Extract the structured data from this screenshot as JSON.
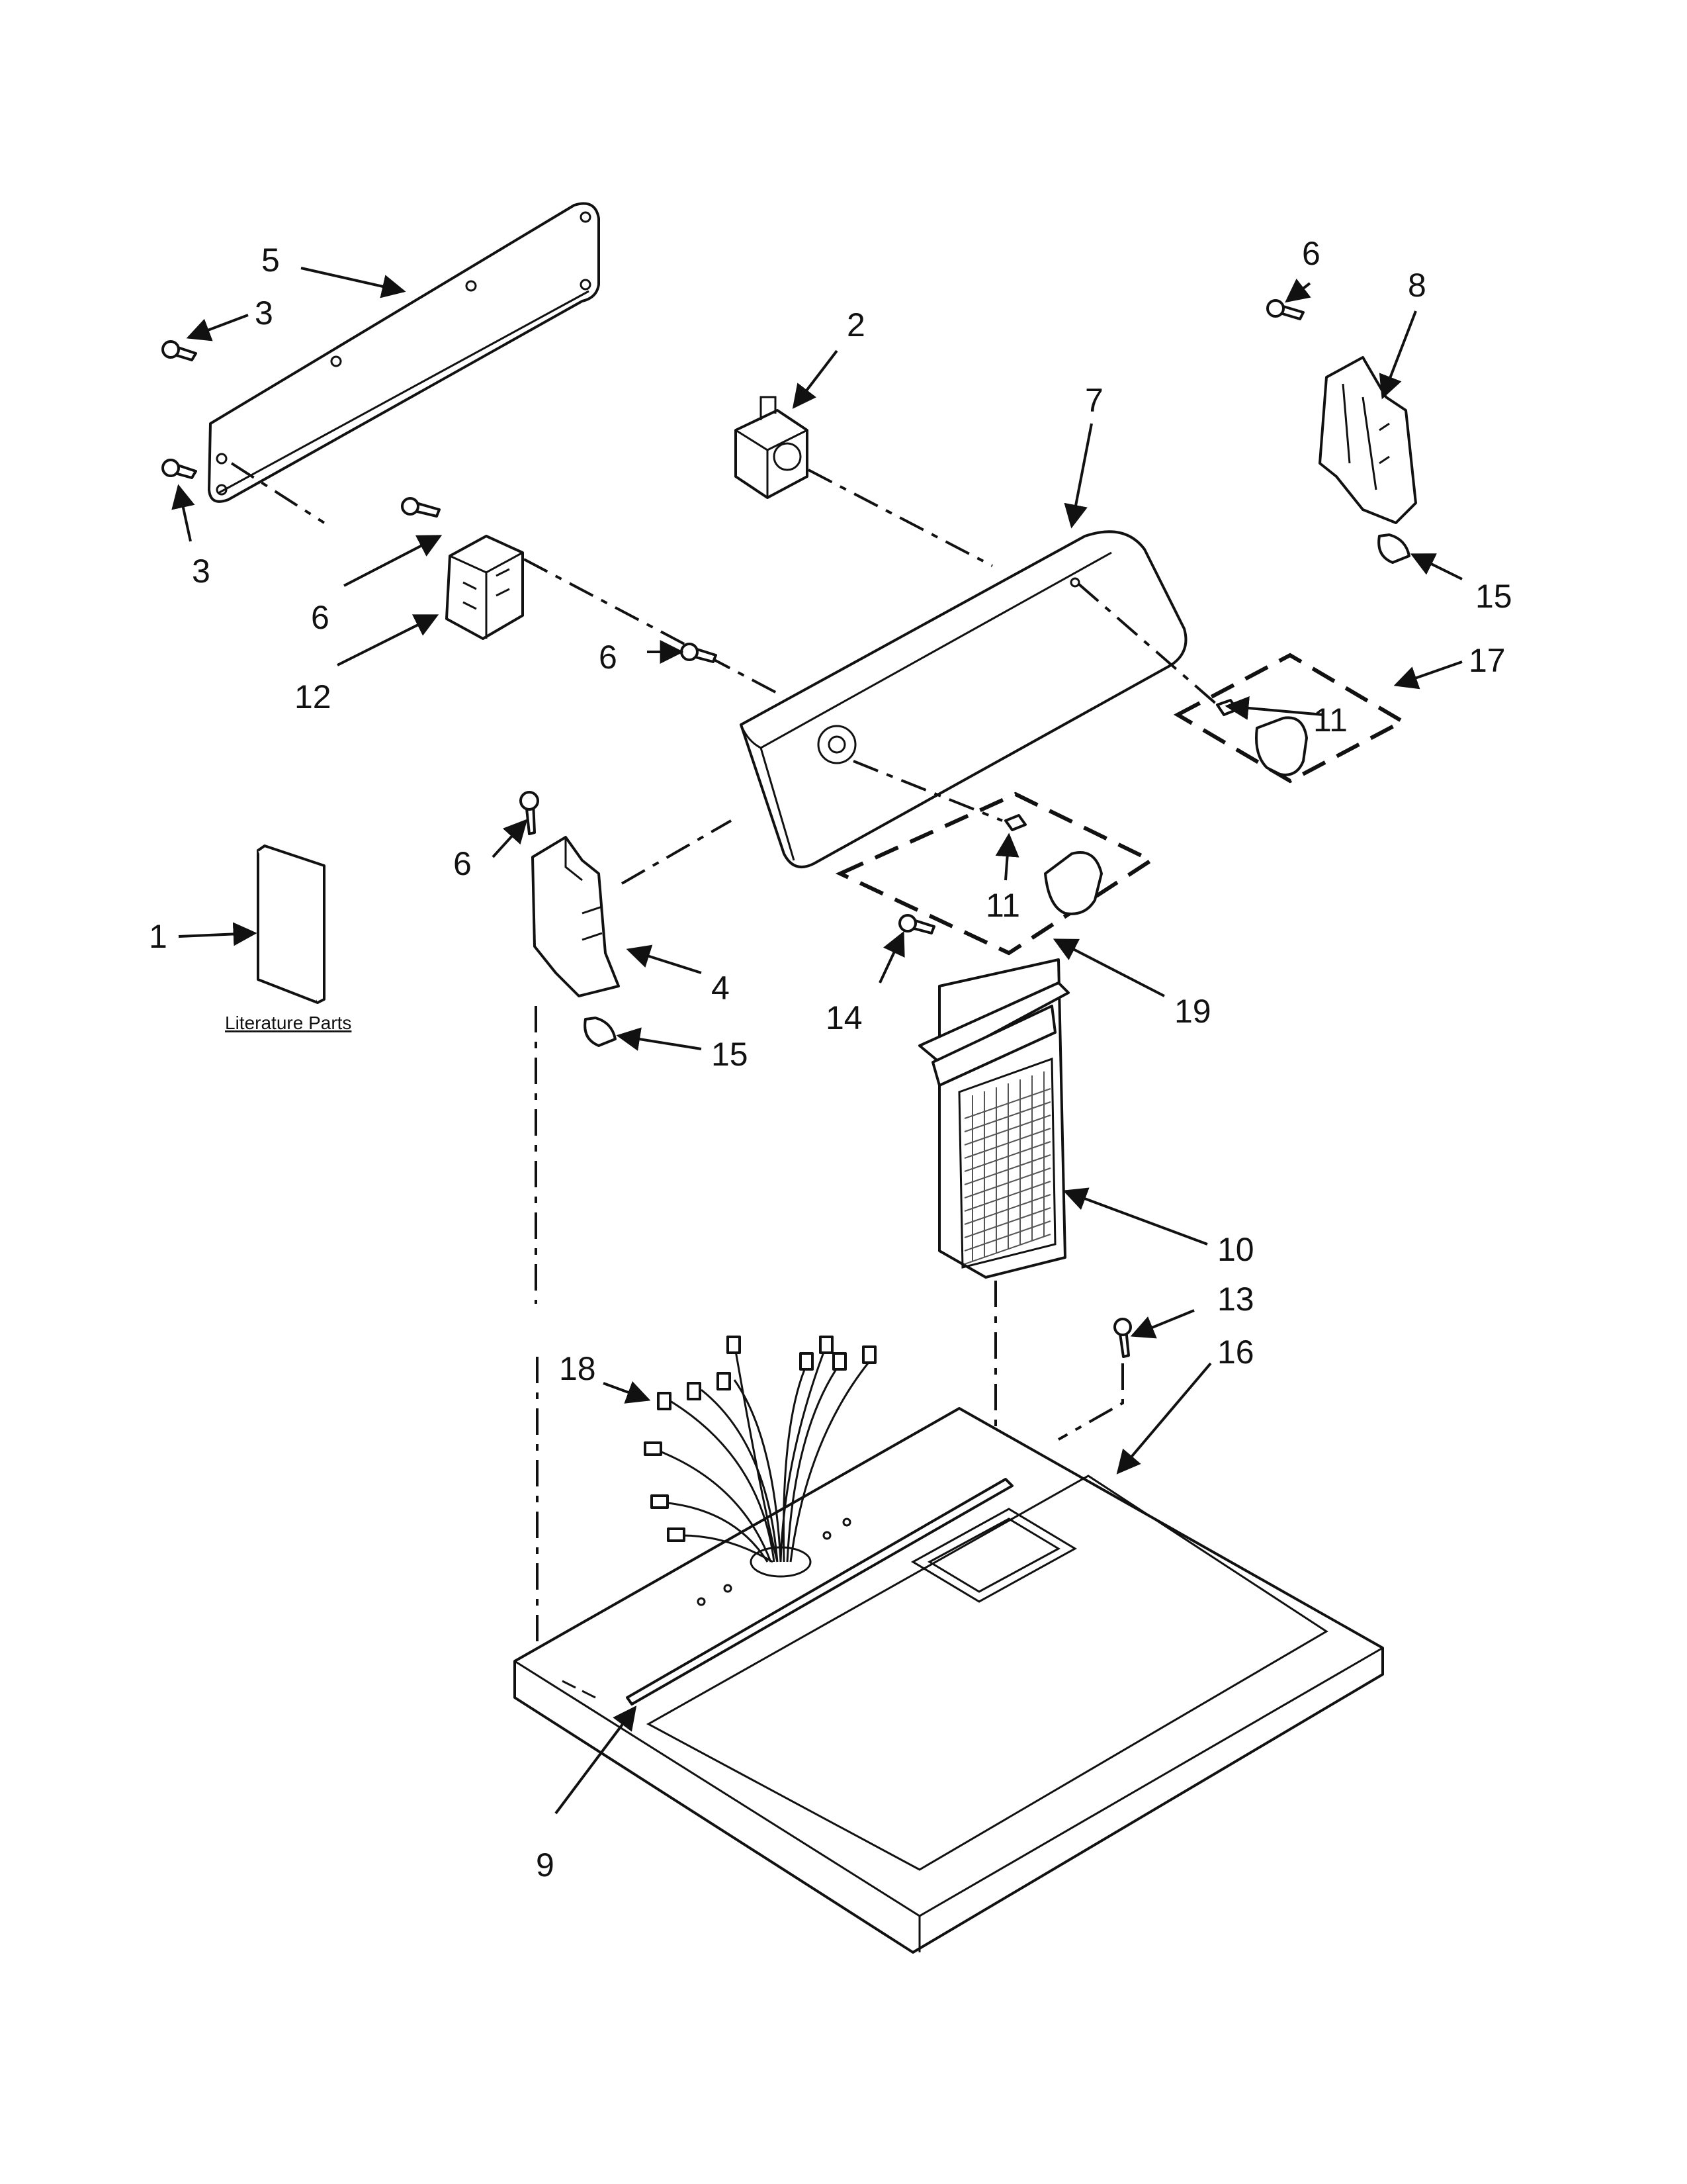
{
  "labels": {
    "p1": "1",
    "p2": "2",
    "p3a": "3",
    "p3b": "3",
    "p4": "4",
    "p5": "5",
    "p6a": "6",
    "p6b": "6",
    "p6c": "6",
    "p6d": "6",
    "p7": "7",
    "p8": "8",
    "p9": "9",
    "p10": "10",
    "p11a": "11",
    "p11b": "11",
    "p12": "12",
    "p13": "13",
    "p14": "14",
    "p15a": "15",
    "p15b": "15",
    "p16": "16",
    "p17": "17",
    "p18": "18",
    "p19": "19"
  },
  "literature_label": "Literature Parts"
}
